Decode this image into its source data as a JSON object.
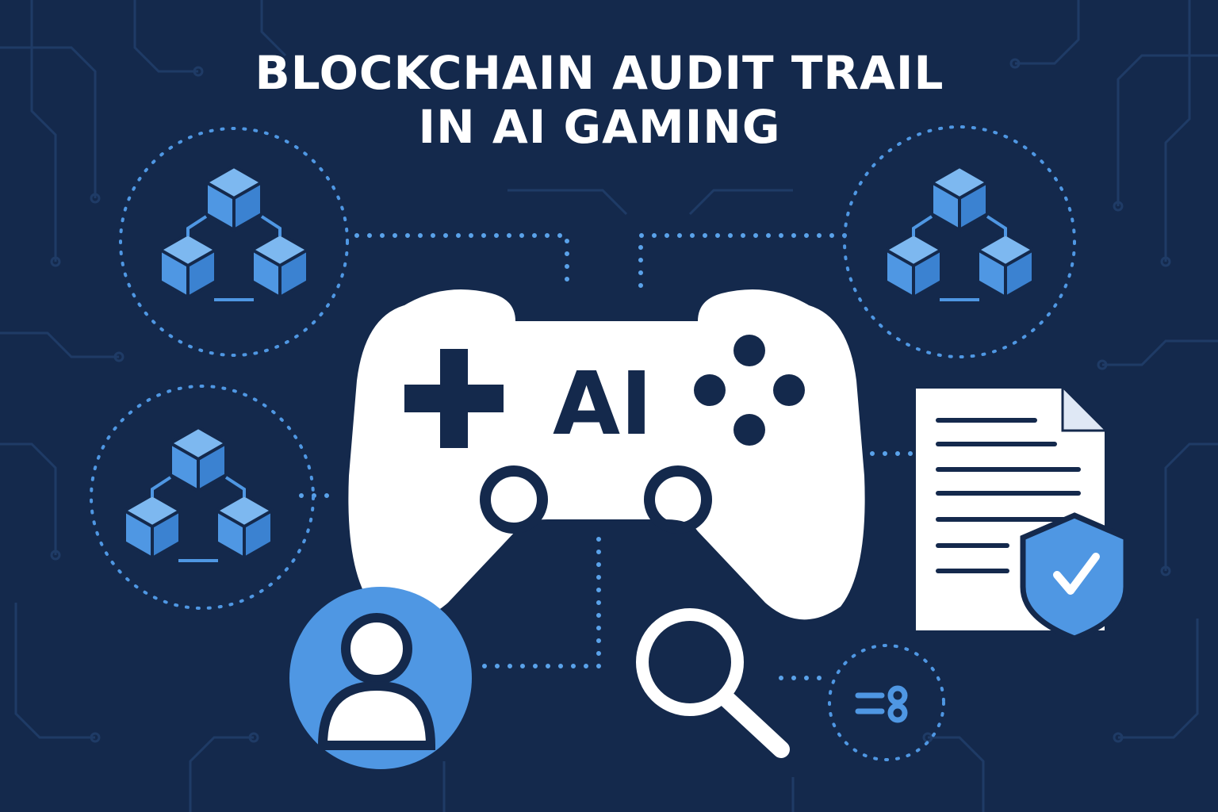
{
  "title": {
    "line1": "BLOCKCHAIN AUDIT TRAIL",
    "line2": "IN AI GAMING"
  },
  "controller": {
    "label": "AI"
  },
  "icons": {
    "blockchain_nodes": [
      "blockchain-cubes-icon",
      "blockchain-cubes-icon",
      "blockchain-cubes-icon"
    ],
    "controller": "game-controller-icon",
    "document": "document-icon",
    "shield": "shield-check-icon",
    "user": "user-avatar-icon",
    "search": "magnifying-glass-icon",
    "transfer": "transfer-arrows-icon"
  },
  "colors": {
    "background": "#14294c",
    "accent_blue": "#4f97e3",
    "accent_blue_light": "#5aa2ea",
    "white": "#ffffff",
    "navy": "#14294c"
  }
}
